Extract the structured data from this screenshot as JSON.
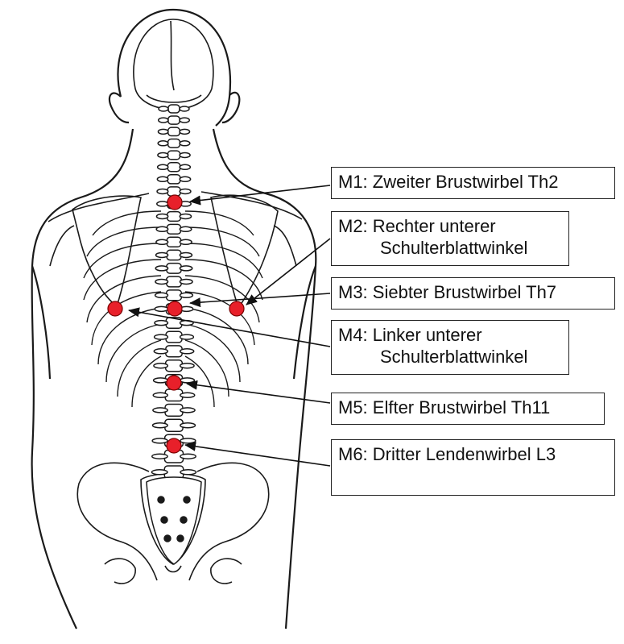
{
  "markers": [
    {
      "id": "M1",
      "line1": "M1: Zweiter Brustwirbel Th2",
      "line2": ""
    },
    {
      "id": "M2",
      "line1": "M2: Rechter unterer",
      "line2": "Schulterblattwinkel"
    },
    {
      "id": "M3",
      "line1": "M3: Siebter Brustwirbel Th7",
      "line2": ""
    },
    {
      "id": "M4",
      "line1": "M4: Linker unterer",
      "line2": "Schulterblattwinkel"
    },
    {
      "id": "M5",
      "line1": "M5: Elfter Brustwirbel Th11",
      "line2": ""
    },
    {
      "id": "M6",
      "line1": "M6: Dritter Lendenwirbel L3",
      "line2": ""
    }
  ],
  "colors": {
    "marker_fill": "#e8202a",
    "marker_stroke": "#7a0000",
    "line": "#111111",
    "outline": "#1a1a1a"
  }
}
